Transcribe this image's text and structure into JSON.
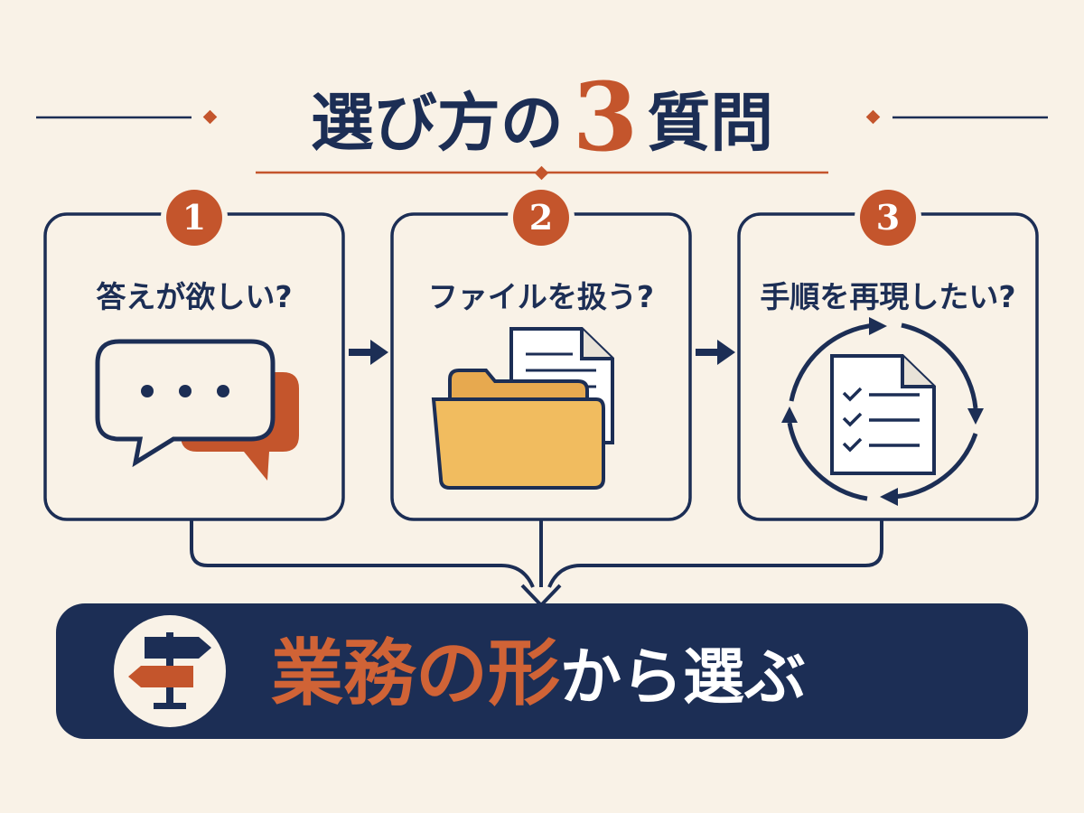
{
  "title": {
    "main": "選び方の",
    "number": "3",
    "suffix": "質問"
  },
  "colors": {
    "navy": "#1c2e55",
    "orange": "#c4552c",
    "cream": "#f9f2e7",
    "folder": "#f1bc5f"
  },
  "questions": [
    {
      "number": "1",
      "text": "答えが欲しい?",
      "icon": "chat-bubbles-icon"
    },
    {
      "number": "2",
      "text": "ファイルを扱う?",
      "icon": "folder-document-icon"
    },
    {
      "number": "3",
      "text": "手順を再現したい?",
      "icon": "checklist-cycle-icon"
    }
  ],
  "result": {
    "highlight": "業務の形",
    "rest": "から選ぶ",
    "icon": "signpost-icon"
  }
}
